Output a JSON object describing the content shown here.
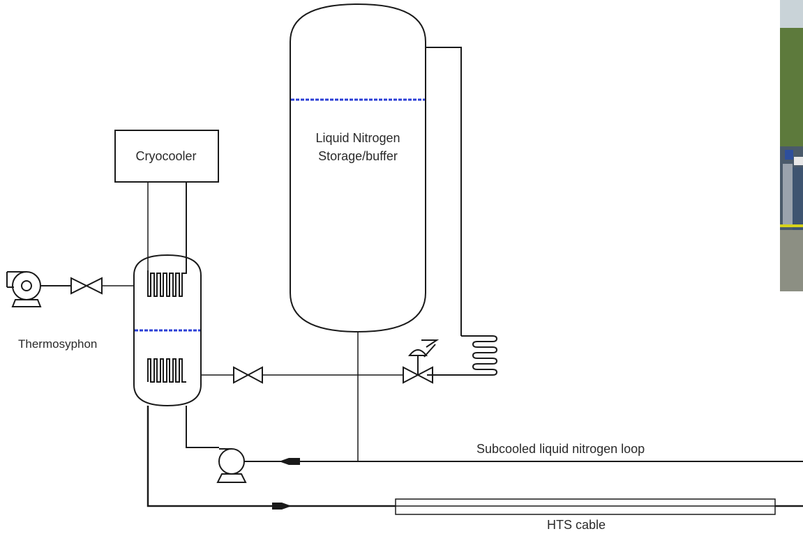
{
  "diagram": {
    "labels": {
      "cryocooler": "Cryocooler",
      "storage_line1": "Liquid Nitrogen",
      "storage_line2": "Storage/buffer",
      "thermosyphon": "Thermosyphon",
      "loop": "Subcooled liquid nitrogen loop",
      "cable": "HTS cable"
    },
    "colors": {
      "line": "#1a1a1a",
      "liquid_level": "#2b3fd6"
    }
  }
}
